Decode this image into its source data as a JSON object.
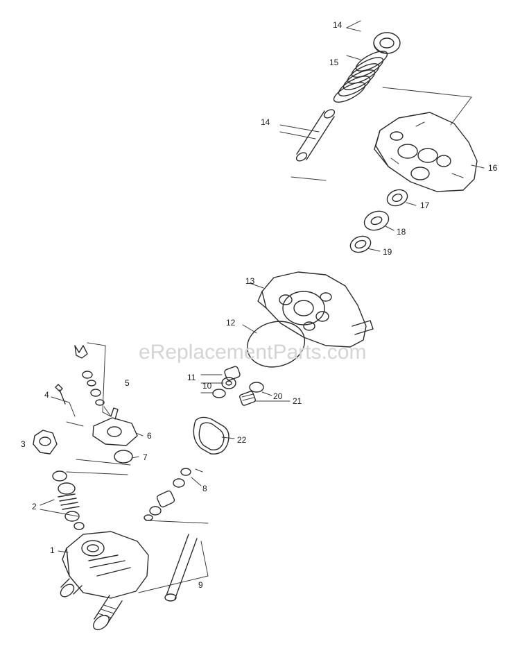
{
  "watermark": "eReplacementParts.com",
  "colors": {
    "line": "#2a2a2a",
    "watermark": "#d4d4d4",
    "background": "#ffffff"
  },
  "callouts": [
    {
      "id": "14a",
      "label": "14"
    },
    {
      "id": "15",
      "label": "15"
    },
    {
      "id": "14b",
      "label": "14"
    },
    {
      "id": "16",
      "label": "16"
    },
    {
      "id": "17",
      "label": "17"
    },
    {
      "id": "18",
      "label": "18"
    },
    {
      "id": "19",
      "label": "19"
    },
    {
      "id": "13",
      "label": "13"
    },
    {
      "id": "12",
      "label": "12"
    },
    {
      "id": "11",
      "label": "11"
    },
    {
      "id": "10",
      "label": "10"
    },
    {
      "id": "20",
      "label": "20"
    },
    {
      "id": "21",
      "label": "21"
    },
    {
      "id": "22",
      "label": "22"
    },
    {
      "id": "5",
      "label": "5"
    },
    {
      "id": "4",
      "label": "4"
    },
    {
      "id": "6",
      "label": "6"
    },
    {
      "id": "3",
      "label": "3"
    },
    {
      "id": "7",
      "label": "7"
    },
    {
      "id": "8",
      "label": "8"
    },
    {
      "id": "2",
      "label": "2"
    },
    {
      "id": "1",
      "label": "1"
    },
    {
      "id": "9",
      "label": "9"
    }
  ]
}
